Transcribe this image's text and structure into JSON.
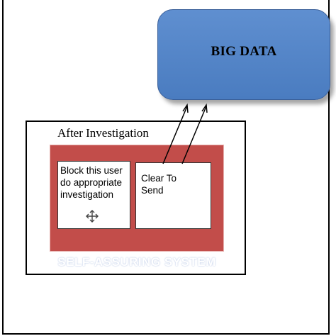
{
  "big_data": {
    "label": "BIG DATA"
  },
  "investigation": {
    "title": "After Investigation",
    "block_card": "Block this user\ndo appropriate\ninvestigation",
    "clear_card": "Clear To\nSend",
    "footer": "SELF-ASSURING SYSTEM"
  },
  "colors": {
    "cloud_fill": "#4a7cc0",
    "panel_fill": "#c24d4a",
    "frame": "#000000"
  },
  "icons": {
    "card_icon": "move-icon"
  }
}
